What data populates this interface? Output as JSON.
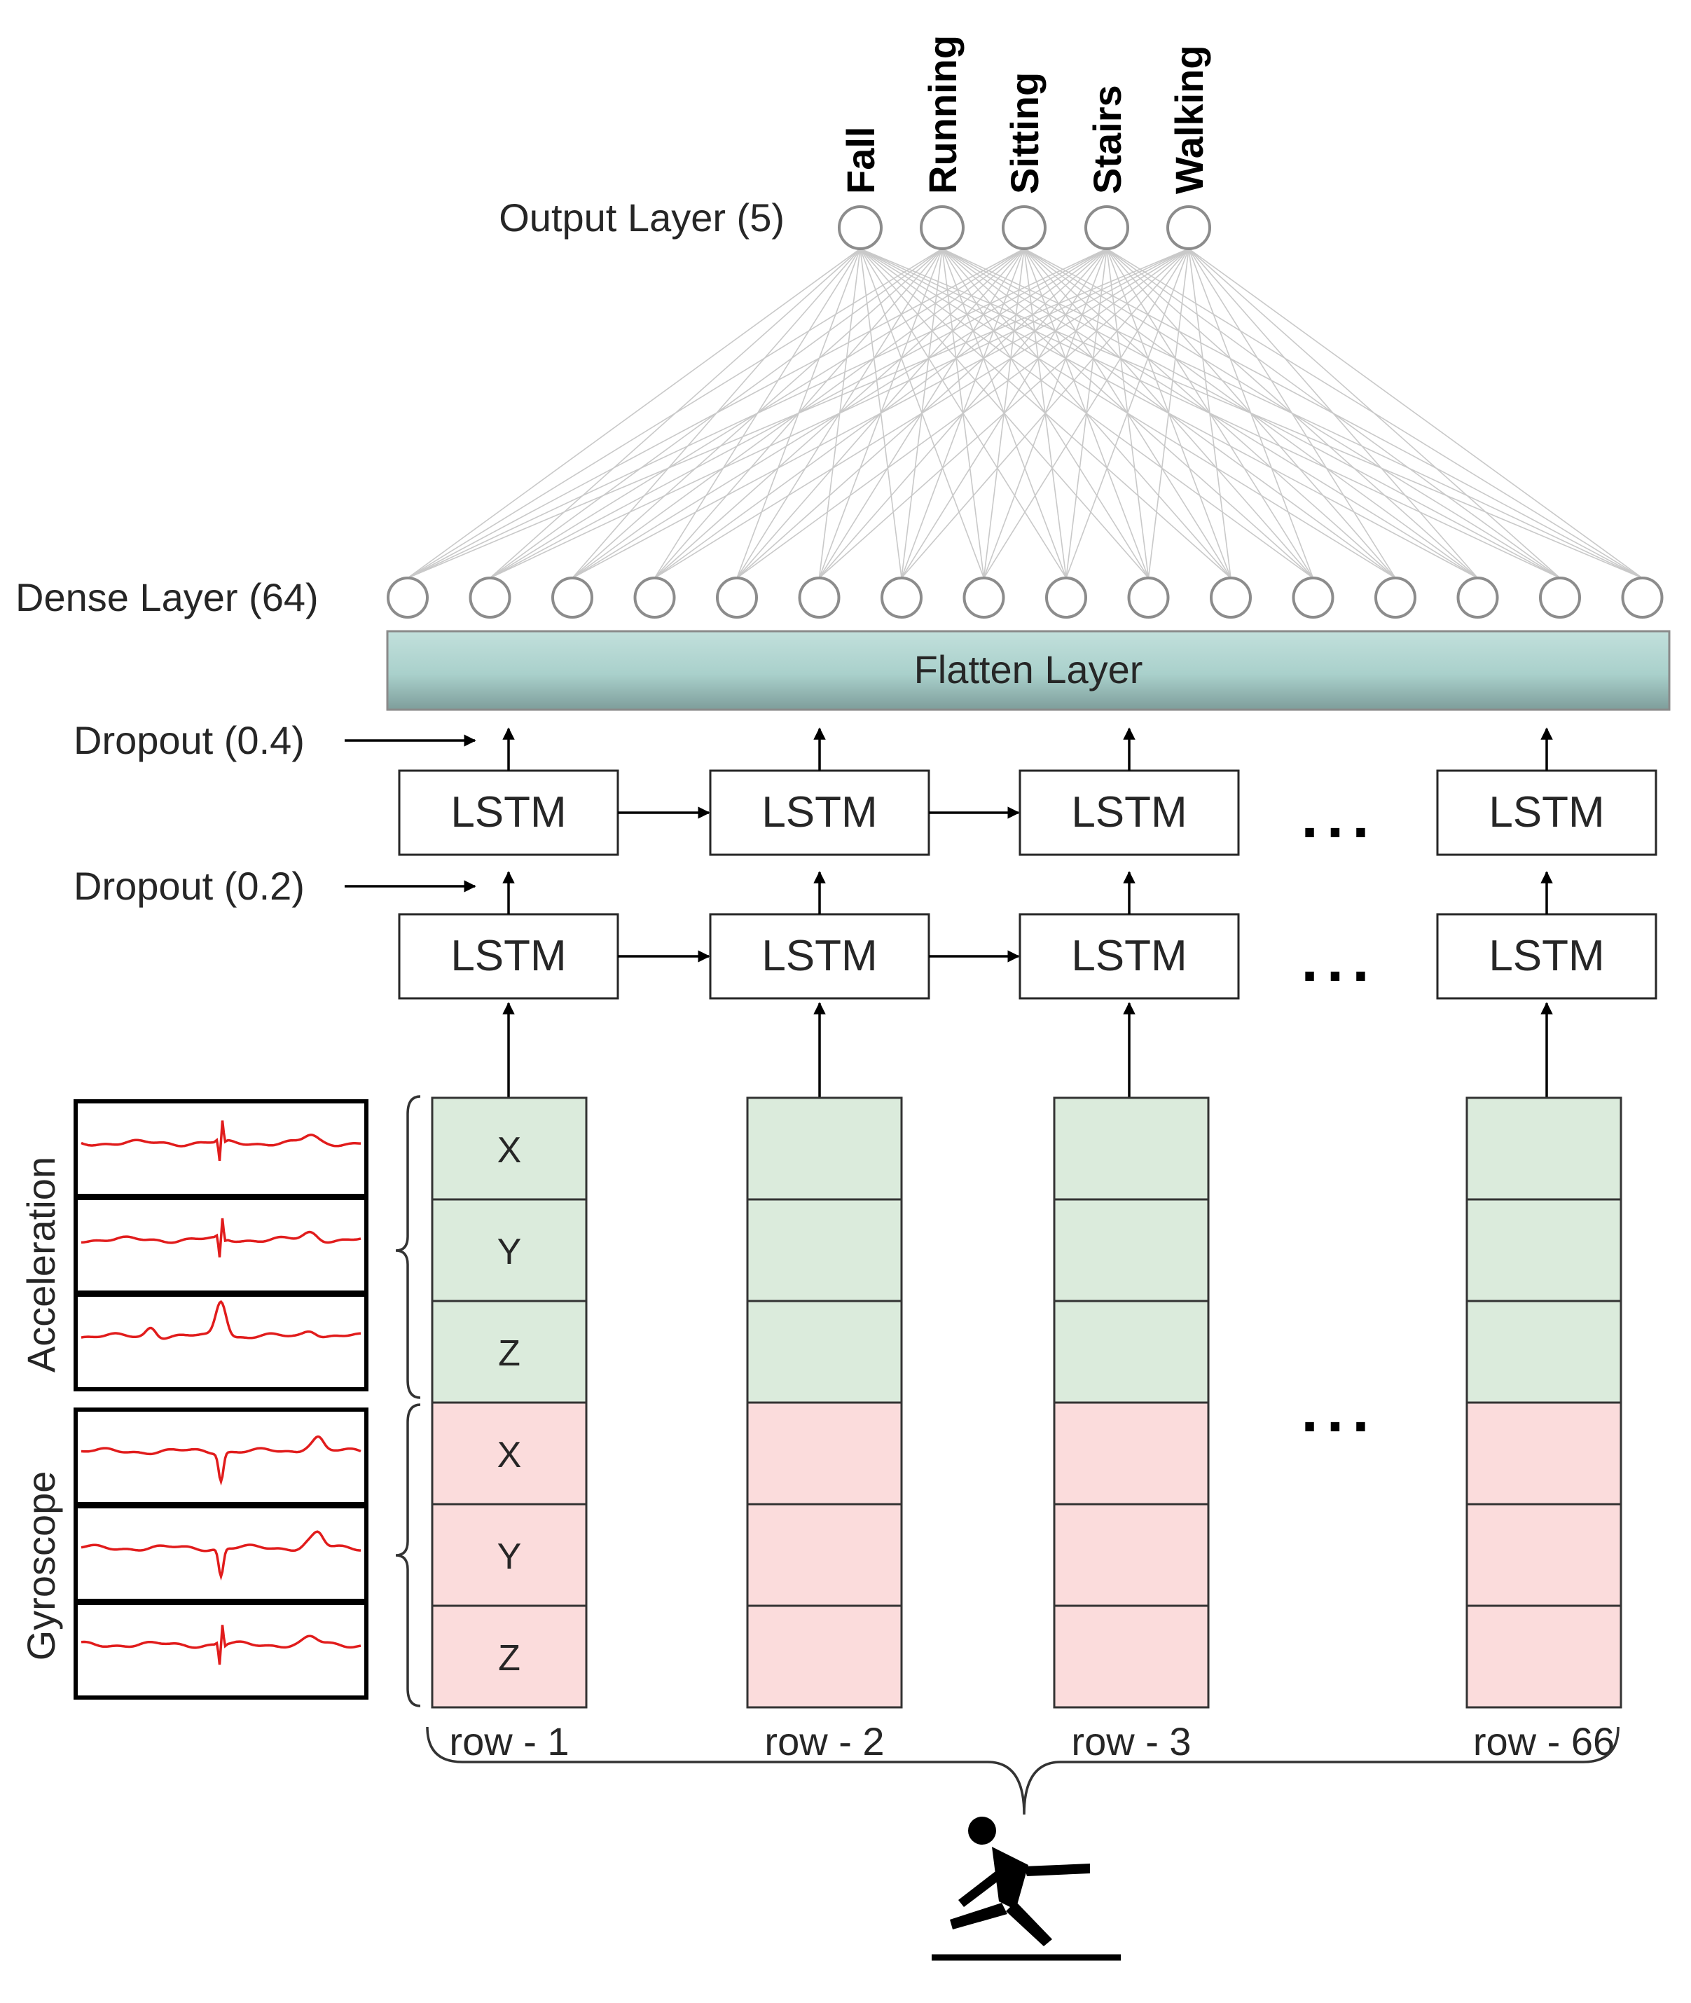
{
  "output_layer": {
    "label": "Output Layer (5)",
    "classes": [
      "Fall",
      "Running",
      "Sitting",
      "Stairs",
      "Walking"
    ]
  },
  "dense_layer": {
    "label": "Dense Layer (64)"
  },
  "flatten_layer": {
    "label": "Flatten Layer"
  },
  "dropouts": [
    "Dropout (0.4)",
    "Dropout (0.2)"
  ],
  "lstm_label": "LSTM",
  "ellipsis": "...",
  "sensors": {
    "acceleration": "Acceleration",
    "gyroscope": "Gyroscope",
    "axes": [
      "X",
      "Y",
      "Z",
      "X",
      "Y",
      "Z"
    ]
  },
  "rows": [
    "row - 1",
    "row - 2",
    "row - 3",
    "row - 66"
  ],
  "colors": {
    "acceleration_cell": "#dbebdc",
    "gyroscope_cell": "#fbdcdc",
    "flatten_fill": "#a9d0cb",
    "signal": "#e11c1c"
  },
  "icons": {
    "fall": "falling-person-icon"
  }
}
